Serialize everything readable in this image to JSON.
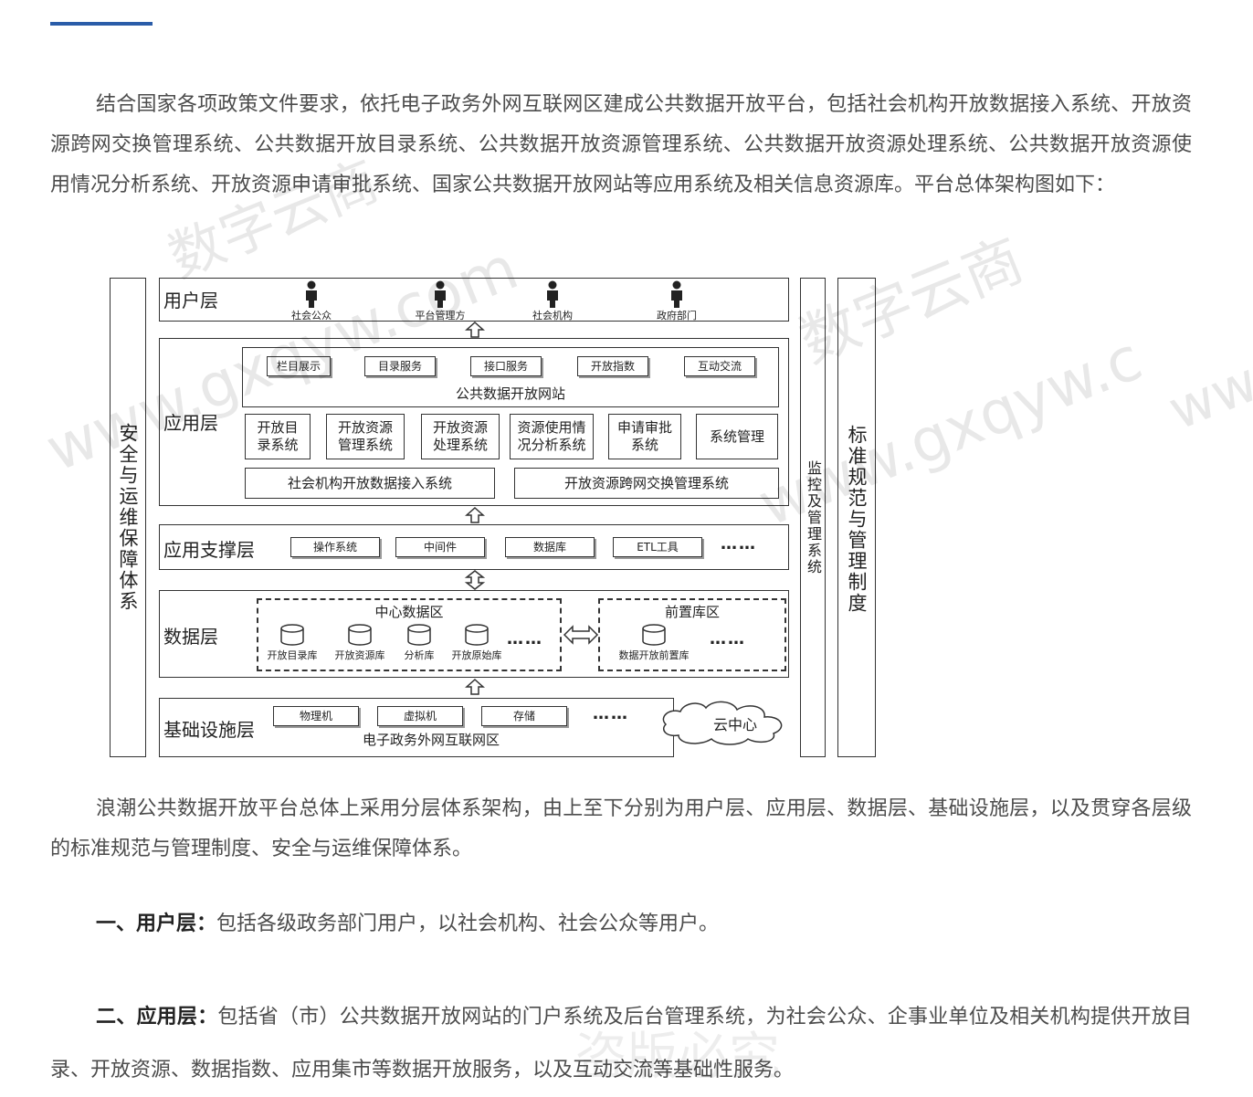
{
  "intro_text": "结合国家各项政策文件要求，依托电子政务外网互联网区建成公共数据开放平台，包括社会机构开放数据接入系统、开放资源跨网交换管理系统、公共数据开放目录系统、公共数据开放资源管理系统、公共数据开放资源处理系统、公共数据开放资源使用情况分析系统、开放资源申请审批系统、国家公共数据开放网站等应用系统及相关信息资源库。平台总体架构图如下：",
  "diagram": {
    "left_column": "安全与运维保障体系",
    "right_column_inner": "监控及管理系统",
    "right_column_outer": "标准规范与管理制度",
    "user_layer": {
      "label": "用户层",
      "users": [
        "社会公众",
        "平台管理方",
        "社会机构",
        "政府部门"
      ]
    },
    "app_layer": {
      "label": "应用层",
      "website_items": [
        "栏目展示",
        "目录服务",
        "接口服务",
        "开放指数",
        "互动交流"
      ],
      "website_title": "公共数据开放网站",
      "systems": [
        "开放目录系统",
        "开放资源管理系统",
        "开放资源处理系统",
        "资源使用情况分析系统",
        "申请审批系统",
        "系统管理"
      ],
      "bottom_systems": [
        "社会机构开放数据接入系统",
        "开放资源跨网交换管理系统"
      ]
    },
    "support_layer": {
      "label": "应用支撑层",
      "items": [
        "操作系统",
        "中间件",
        "数据库",
        "ETL工具"
      ],
      "ellipsis": "……"
    },
    "data_layer": {
      "label": "数据层",
      "center_title": "中心数据区",
      "center_dbs": [
        "开放目录库",
        "开放资源库",
        "分析库",
        "开放原始库"
      ],
      "front_title": "前置库区",
      "front_dbs": [
        "数据开放前置库"
      ],
      "ellipsis": "……"
    },
    "infra_layer": {
      "label": "基础设施层",
      "items": [
        "物理机",
        "虚拟机",
        "存储"
      ],
      "ellipsis": "……",
      "network": "电子政务外网互联网区",
      "cloud": "云中心"
    }
  },
  "summary_text": "浪潮公共数据开放平台总体上采用分层体系架构，由上至下分别为用户层、应用层、数据层、基础设施层，以及贯穿各层级的标准规范与管理制度、安全与运维保障体系。",
  "item1": {
    "heading": "一、用户层：",
    "text": "包括各级政务部门用户，以社会机构、社会公众等用户。"
  },
  "item2": {
    "heading": "二、应用层：",
    "text": "包括省（市）公共数据开放网站的门户系统及后台管理系统，为社会公众、企事业单位及相关机构提供开放目录、开放资源、数据指数、应用集市等数据开放服务，以及互动交流等基础性服务。"
  },
  "watermarks": [
    "数字云商",
    "www.gxqyw.com",
    "数字云商",
    "www.gxqyw.c",
    "www",
    "盗版必究"
  ]
}
